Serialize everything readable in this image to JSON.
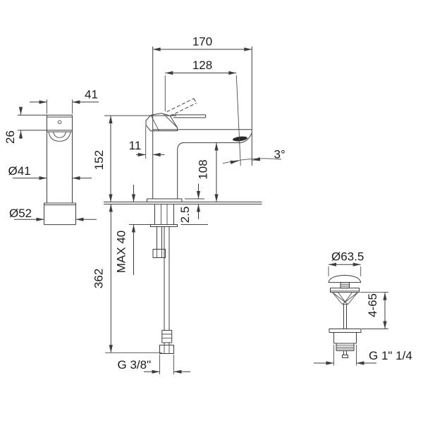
{
  "drawing": {
    "background": "#ffffff",
    "line_color": "#3d3d3d",
    "text_color": "#1c1c1c",
    "views": {
      "side": {
        "top_width": "41",
        "handle_height": "26",
        "body_diameter": "Ø41",
        "base_diameter": "Ø52"
      },
      "front": {
        "overall_depth": "170",
        "spout_reach": "128",
        "handle_overhang": "11",
        "height_to_top": "152",
        "spout_height": "108",
        "spout_angle": "3°",
        "base_plate_thickness": "2.5",
        "max_mounting_depth": "MAX 40",
        "hose_drop": "362",
        "supply_thread": "G 3/8\""
      },
      "waste": {
        "cap_diameter": "Ø63.5",
        "clamping_range": "4-65",
        "outlet_thread": "G 1\" 1/4"
      }
    }
  }
}
